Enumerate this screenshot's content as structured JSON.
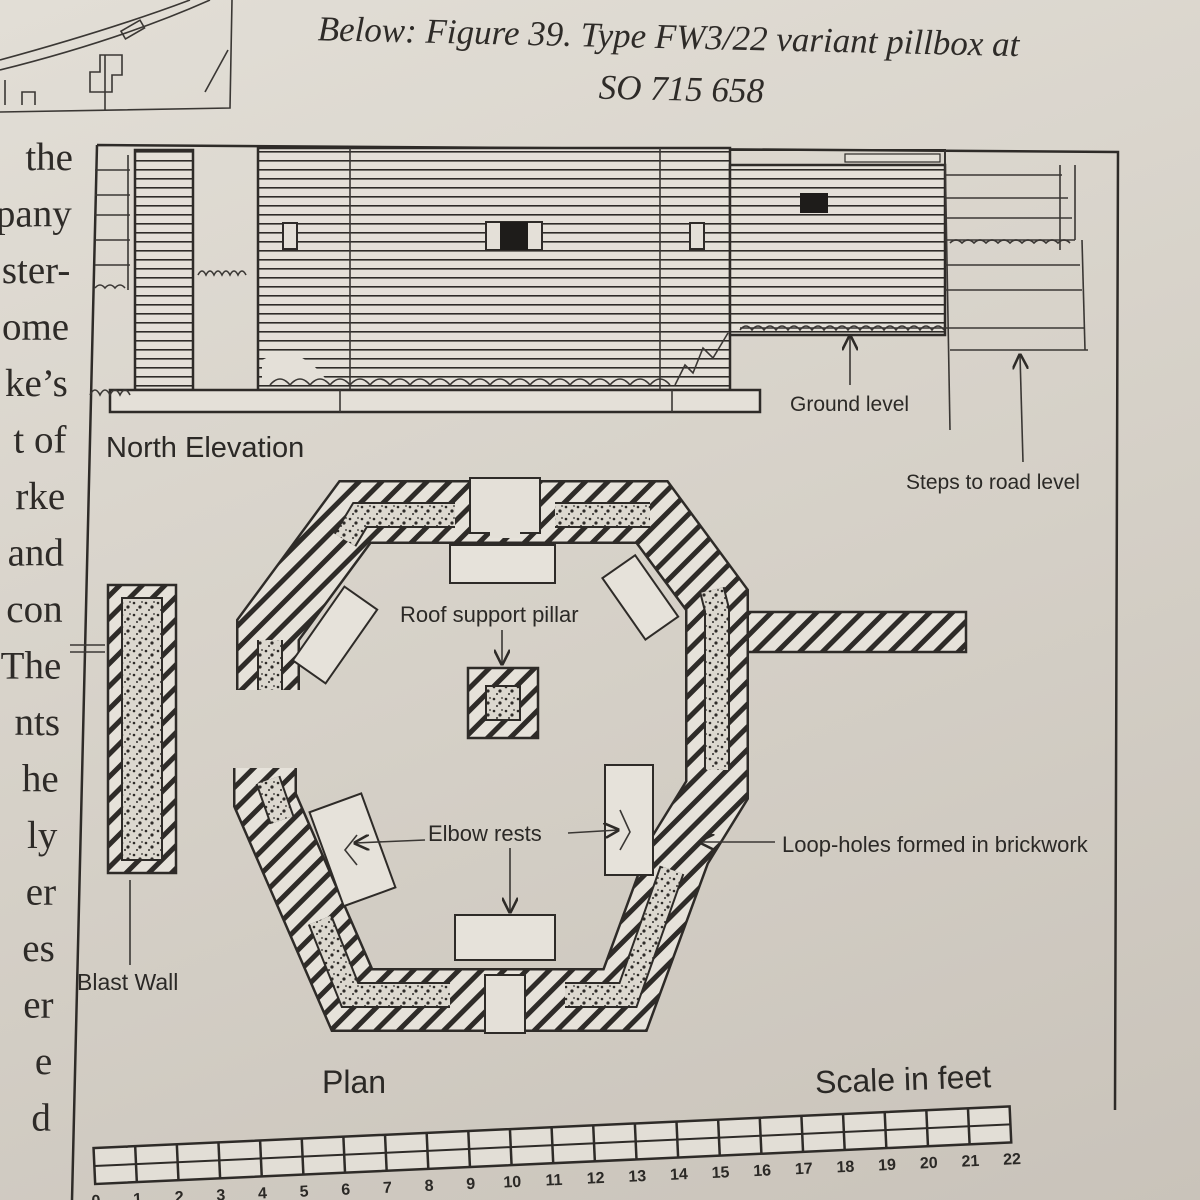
{
  "caption": {
    "line1": "Below: Figure 39. Type FW3/22 variant pillbox at",
    "line2": "SO 715 658"
  },
  "body_text_fragments": [
    "the",
    "pany",
    "ster-",
    "ome",
    "ke’s",
    "t of",
    "rke",
    "and",
    "con",
    "The",
    "nts",
    "he",
    "ly",
    "er",
    "es",
    "er",
    "e",
    "d"
  ],
  "elevation": {
    "title": "North Elevation",
    "ground_label": "Ground level",
    "steps_label": "Steps to road level"
  },
  "plan": {
    "title": "Plan",
    "pillar_label": "Roof support pillar",
    "elbow_label": "Elbow rests",
    "loophole_label": "Loop-holes formed in brickwork",
    "blast_wall_label": "Blast Wall"
  },
  "scale": {
    "title": "Scale in feet",
    "ticks": [
      "0",
      "1",
      "2",
      "3",
      "4",
      "5",
      "6",
      "7",
      "8",
      "9",
      "10",
      "11",
      "12",
      "13",
      "14",
      "15",
      "16",
      "17",
      "18",
      "19",
      "20",
      "21",
      "22"
    ]
  },
  "colors": {
    "ink": "#2e2b28",
    "paper": "#d9d4cc"
  }
}
